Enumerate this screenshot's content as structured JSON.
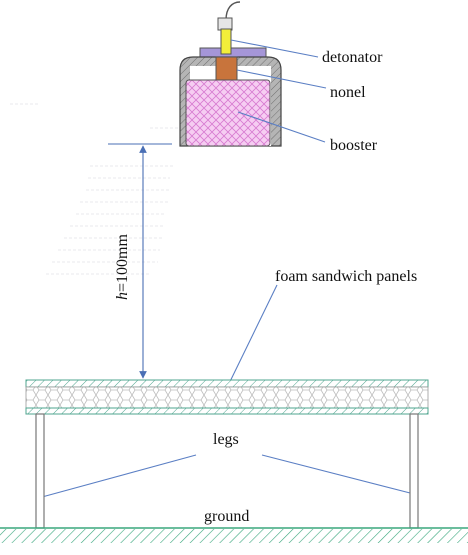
{
  "diagram": {
    "labels": {
      "detonator": "detonator",
      "nonel": "nonel",
      "booster": "booster",
      "foam_panels": "foam sandwich panels",
      "legs": "legs",
      "ground": "ground"
    },
    "height_label": {
      "symbol": "h",
      "rest": "=100mm"
    },
    "colors": {
      "leader_line": "#5b7fc4",
      "dimension_arrow": "#4a6fb5",
      "detonator": "#f2ee3a",
      "nonel": "#c8743c",
      "booster_fill": "#f6cdf2",
      "booster_hatch": "#d77ad0",
      "cap_flange": "#a596d8",
      "housing": "#9a9a9a",
      "panel_face": "#4fa58f",
      "panel_core": "#c9c9c9",
      "ground_hatch": "#3aa77d"
    }
  }
}
